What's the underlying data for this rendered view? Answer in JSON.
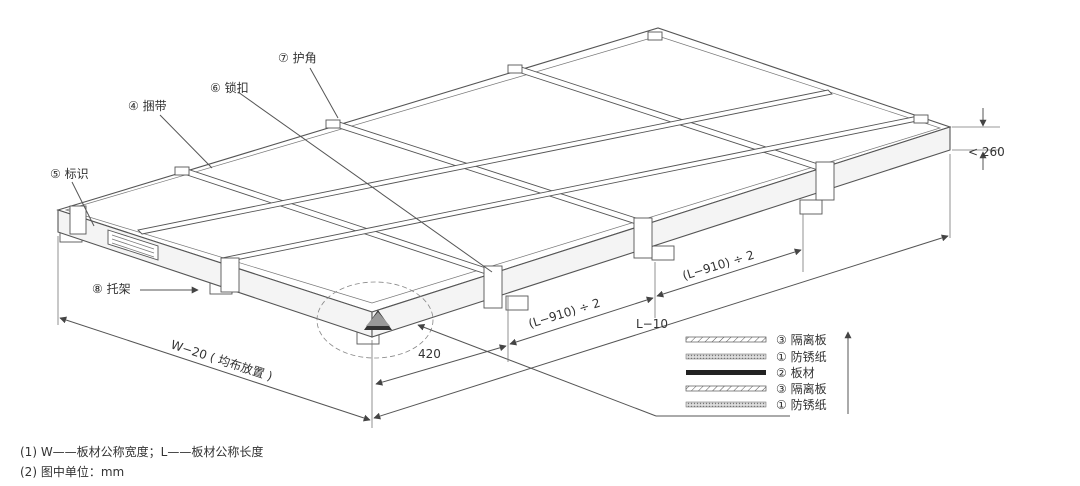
{
  "labels": {
    "protector": "⑦ 护角",
    "lock": "⑥ 锁扣",
    "strap": "④ 捆带",
    "mark": "⑤ 标识",
    "pallet": "⑧ 托架",
    "height": "< 260",
    "spacing_right": "(L−910) ÷ 2",
    "spacing_left": "(L−910) ÷ 2",
    "length": "L−10",
    "offset": "420",
    "width": "W−20 ( 均布放置 )"
  },
  "layers": [
    {
      "label": "③ 隔离板",
      "style": "hatch"
    },
    {
      "label": "① 防锈纸",
      "style": "paper"
    },
    {
      "label": "② 板材",
      "style": "solid"
    },
    {
      "label": "③ 隔离板",
      "style": "hatch"
    },
    {
      "label": "① 防锈纸",
      "style": "paper"
    }
  ],
  "notes": [
    "(1) W——板材公称宽度；L——板材公称长度",
    "(2) 图中单位：mm"
  ]
}
